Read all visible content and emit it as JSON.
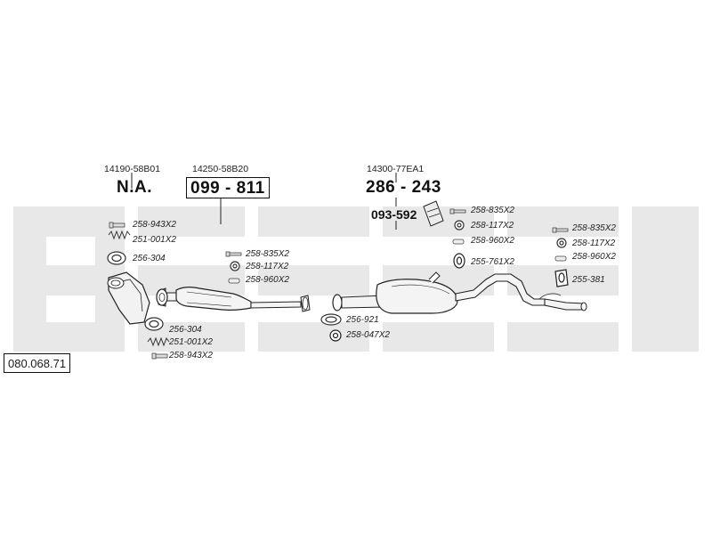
{
  "diagram": {
    "catalog_number": "080.068.71",
    "assemblies": [
      {
        "oe_number": "14190-58B01",
        "part_number": "N.A."
      },
      {
        "oe_number": "14250-58B20",
        "part_number": "099 - 811"
      },
      {
        "oe_number": "14300-77EA1",
        "part_number": "286 - 243"
      }
    ],
    "hanger_part_number": "093-592",
    "fittings": {
      "cat_top": [
        "258-943X2",
        "251-001X2",
        "256-304"
      ],
      "cat_bottom": [
        "256-304",
        "251-001X2",
        "258-943X2"
      ],
      "cat_outlet": [
        "258-835X2",
        "258-117X2",
        "258-960X2"
      ],
      "mid_joint": [
        "256-921",
        "258-047X2"
      ],
      "mid_hanger": [
        "258-835X2",
        "258-117X2",
        "258-960X2",
        "255-761X2"
      ],
      "rear_hanger": [
        "258-835X2",
        "258-117X2",
        "258-960X2",
        "255-381"
      ]
    },
    "watermark_color": "#e8e8e8"
  }
}
